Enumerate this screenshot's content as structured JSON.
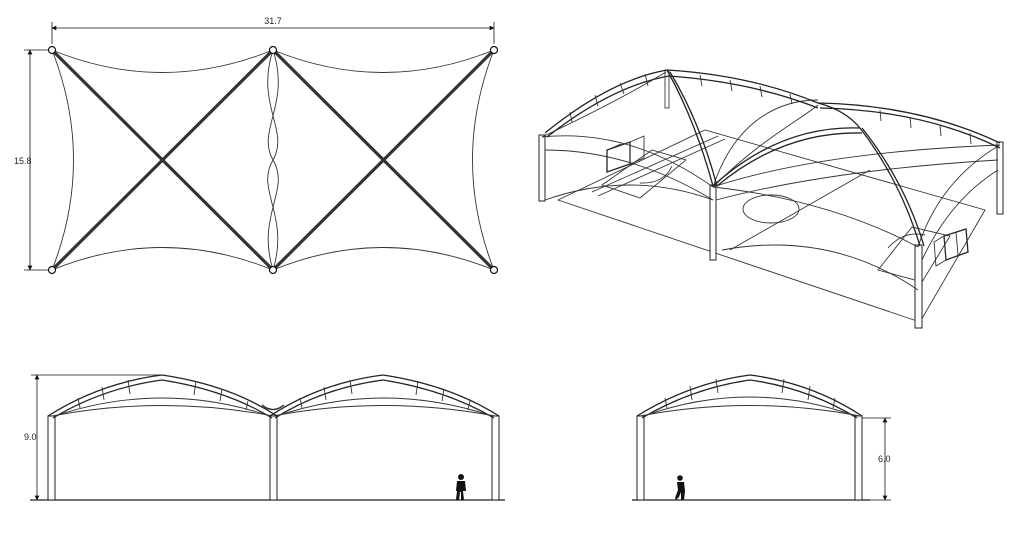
{
  "dimensions": {
    "plan_length": "31.7",
    "plan_width": "15.8",
    "front_height": "9.0",
    "side_height": "6.0"
  },
  "colors": {
    "line": "#333333",
    "background": "#ffffff"
  }
}
